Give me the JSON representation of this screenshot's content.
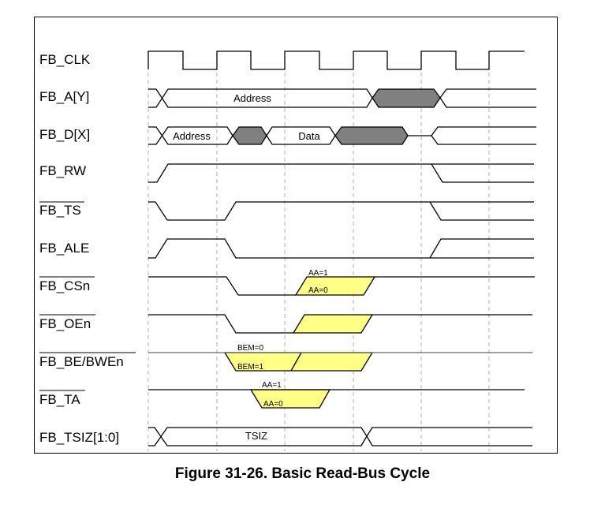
{
  "figure": {
    "caption": "Figure 31-26. Basic Read-Bus Cycle",
    "colors": {
      "invalid_fill": "#808080",
      "option_fill": "#ffff88",
      "line": "#000000",
      "grid": "#b0b0b0"
    }
  },
  "signals": [
    {
      "name": "FB_CLK",
      "active_low": false
    },
    {
      "name": "FB_A[Y]",
      "active_low": false,
      "bus_labels": [
        "Address"
      ]
    },
    {
      "name": "FB_D[X]",
      "active_low": false,
      "bus_labels": [
        "Address",
        "Data"
      ]
    },
    {
      "name": "FB_RW",
      "active_low": false
    },
    {
      "name": "FB_TS",
      "active_low": true
    },
    {
      "name": "FB_ALE",
      "active_low": false
    },
    {
      "name": "FB_CSn",
      "active_low": true,
      "annotations": [
        "AA=1",
        "AA=0"
      ]
    },
    {
      "name": "FB_OEn",
      "active_low": true
    },
    {
      "name": "FB_BE/BWEn",
      "active_low": true,
      "annotations": [
        "BEM=0",
        "BEM=1"
      ]
    },
    {
      "name": "FB_TA",
      "active_low": true,
      "annotations": [
        "AA=1",
        "AA=0"
      ]
    },
    {
      "name": "FB_TSIZ[1:0]",
      "active_low": false,
      "bus_labels": [
        "TSIZ"
      ]
    }
  ]
}
